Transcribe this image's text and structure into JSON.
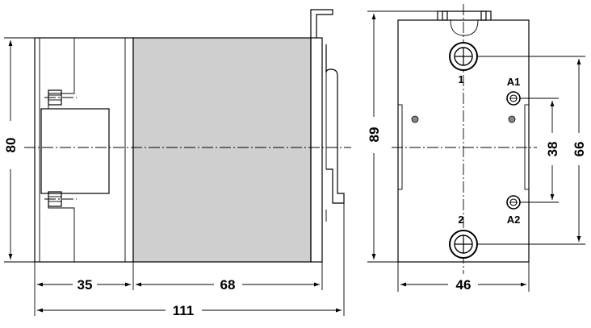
{
  "diagram": {
    "dimensions": {
      "side_height": "80",
      "front_section_width": "35",
      "body_width": "68",
      "overall_width": "111",
      "end_height": "89",
      "terminal_spacing_outer": "66",
      "terminal_spacing_inner": "38",
      "end_width": "46"
    },
    "terminals": {
      "top_main": "1",
      "bottom_main": "2",
      "coil_top": "A1",
      "coil_bottom": "A2"
    },
    "colors": {
      "body_fill": "#cfcfcf",
      "line": "#000000",
      "background": "#ffffff"
    }
  }
}
